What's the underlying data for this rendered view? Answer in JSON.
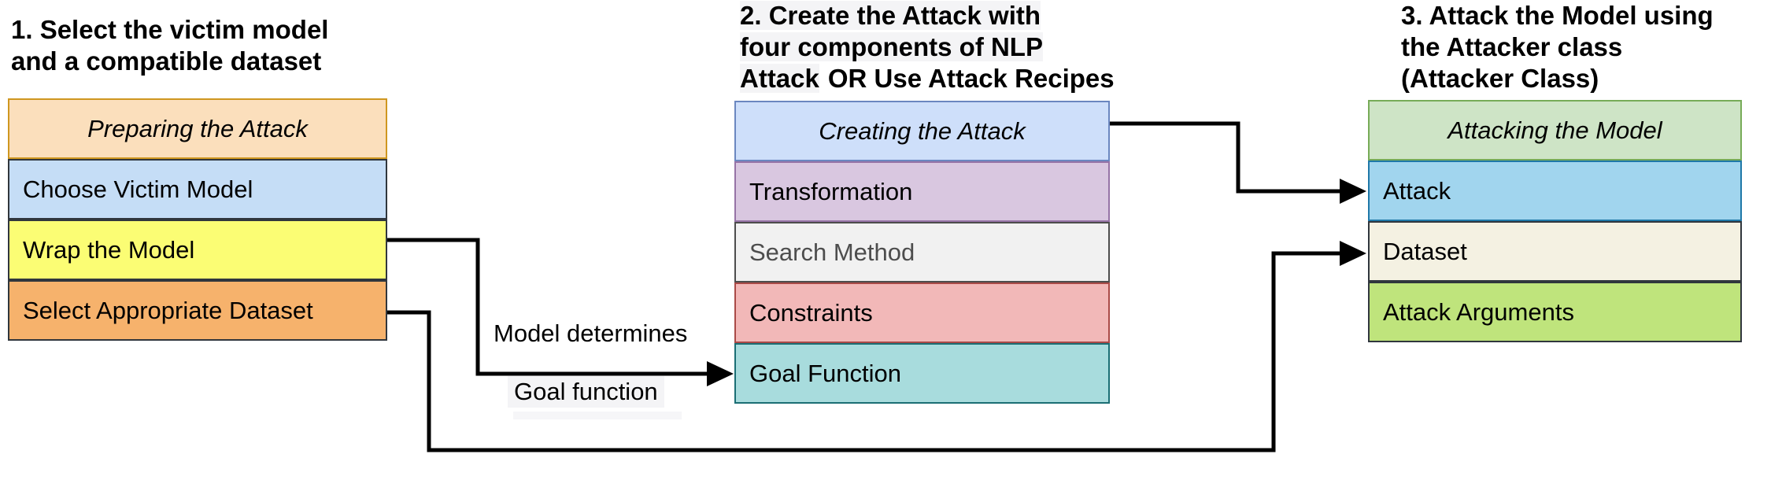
{
  "step1": {
    "heading": {
      "line1": "1. Select the victim model",
      "line2": "and a compatible dataset"
    },
    "group_title": "Preparing the Attack",
    "group_style": {
      "fill": "#fbdfbc",
      "border": "#cf9720"
    },
    "items": [
      {
        "label": "Choose Victim Model",
        "fill": "#c5ddf6",
        "border": "#30363d",
        "text_color": "#000000"
      },
      {
        "label": "Wrap the Model",
        "fill": "#fbfd74",
        "border": "#30363d",
        "text_color": "#000000"
      },
      {
        "label": "Select Appropriate Dataset",
        "fill": "#f6b26c",
        "border": "#30363d",
        "text_color": "#000000"
      }
    ]
  },
  "step2": {
    "heading": {
      "line1": "2. Create the Attack with",
      "line2": "four components of NLP",
      "line3_a": "Attack",
      "line3_b": "OR Use Attack Recipes"
    },
    "group_title": "Creating the Attack",
    "group_style": {
      "fill": "#cedffa",
      "border": "#6b87c0"
    },
    "items": [
      {
        "label": "Transformation",
        "fill": "#d9c7e0",
        "border": "#9673a6",
        "text_color": "#000000"
      },
      {
        "label": "Search Method",
        "fill": "#f1f1f1",
        "border": "#4d4d4d",
        "text_color": "#4d4d4d"
      },
      {
        "label": "Constraints",
        "fill": "#f2b8b8",
        "border": "#aa4a47",
        "text_color": "#000000"
      },
      {
        "label": "Goal Function",
        "fill": "#a8dcdd",
        "border": "#1b6e74",
        "text_color": "#000000"
      }
    ]
  },
  "step3": {
    "heading": {
      "line1": "3. Attack the Model using",
      "line2": "the Attacker class",
      "line3": "(Attacker Class)"
    },
    "group_title": "Attacking the Model",
    "group_style": {
      "fill": "#cee4c6",
      "border": "#77ab58"
    },
    "items": [
      {
        "label": "Attack",
        "fill": "#a1d5ee",
        "border": "#1f78a8",
        "text_color": "#000000"
      },
      {
        "label": "Dataset",
        "fill": "#f4f1e2",
        "border": "#30363d",
        "text_color": "#000000"
      },
      {
        "label": "Attack Arguments",
        "fill": "#bfe47c",
        "border": "#30363d",
        "text_color": "#000000"
      }
    ]
  },
  "connectors": {
    "label_above": "Model determines",
    "label_below": "Goal function",
    "line_color": "#000000"
  }
}
